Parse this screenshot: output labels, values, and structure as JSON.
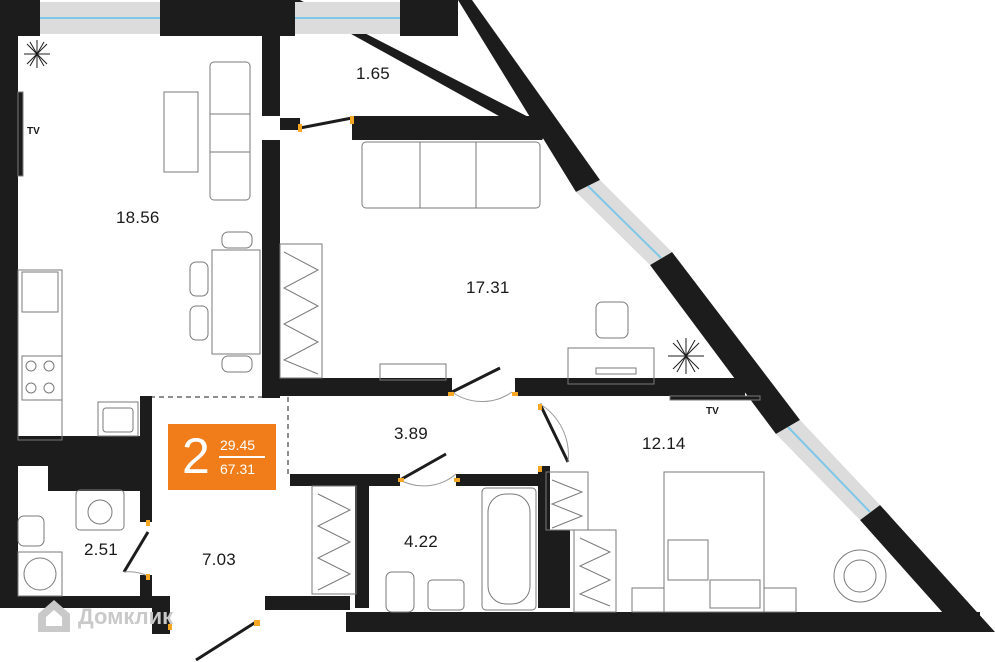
{
  "rooms": [
    {
      "id": "living-kitchen",
      "area": "18.56"
    },
    {
      "id": "balcony",
      "area": "1.65"
    },
    {
      "id": "living-room",
      "area": "17.31"
    },
    {
      "id": "corridor",
      "area": "3.89"
    },
    {
      "id": "bedroom",
      "area": "12.14"
    },
    {
      "id": "bathroom",
      "area": "4.22"
    },
    {
      "id": "toilet-laundry",
      "area": "2.51"
    },
    {
      "id": "hallway",
      "area": "7.03"
    }
  ],
  "tv_labels": [
    "TV",
    "TV"
  ],
  "summary": {
    "room_count": "2",
    "living_area": "29.45",
    "total_area": "67.31"
  },
  "watermark": {
    "text": "Домклик"
  },
  "colors": {
    "wall": "#1c1c1c",
    "window": "#dcdcdc",
    "window_line": "#7fc7e8",
    "accent": "#f07d1a",
    "door_hinge": "#f5a623"
  }
}
